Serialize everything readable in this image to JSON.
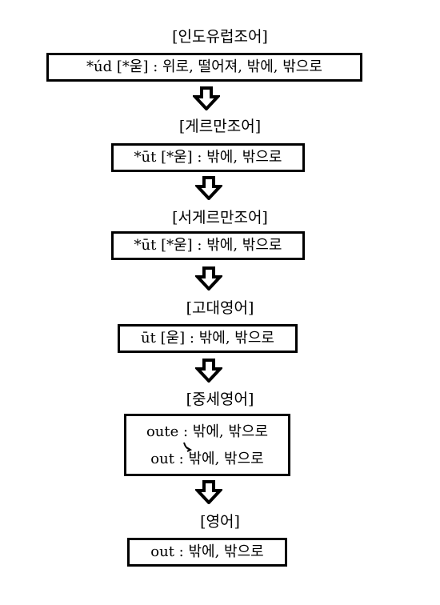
{
  "stages": [
    {
      "label": "[인도유럽조어]",
      "text": "*úd [*욷] : 위로, 떨어져, 밖에, 밖으로"
    },
    {
      "label": "[게르만조어]",
      "text": "*ūt [*욷] : 밖에, 밖으로"
    },
    {
      "label": "[서게르만조어]",
      "text": "*ūt [*욷] : 밖에, 밖으로"
    },
    {
      "label": "[고대영어]",
      "text": "ūt [욷] : 밖에, 밖으로"
    },
    {
      "label": "[중세영어]",
      "lines": [
        "oute : 밖에, 밖으로",
        "out : 밖에, 밖으로"
      ]
    },
    {
      "label": "[영어]",
      "text": "out : 밖에, 밖으로"
    }
  ]
}
